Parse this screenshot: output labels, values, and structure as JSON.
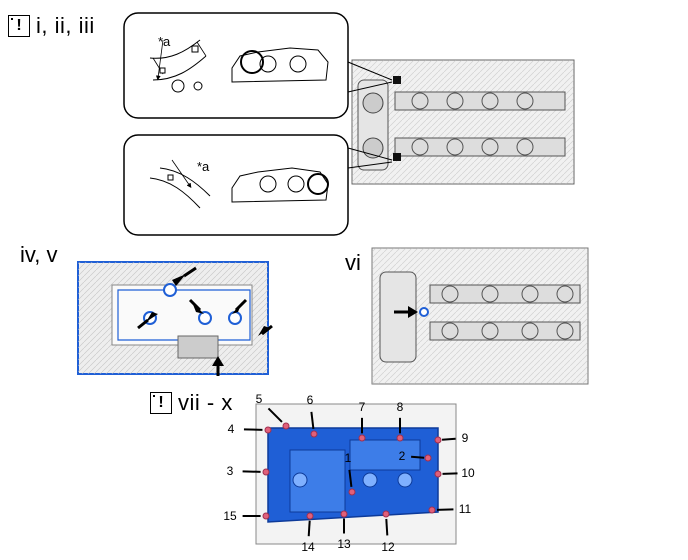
{
  "steps": {
    "s1": {
      "label": "i, ii, iii",
      "icon": "!"
    },
    "s2": {
      "label": "iv, v"
    },
    "s3": {
      "label": "vi"
    },
    "s4": {
      "label": "vii - x",
      "icon": "!"
    }
  },
  "callouts": {
    "a_top": "*a",
    "a_bottom": "*a"
  },
  "bolt_order": [
    {
      "n": "1",
      "pos": "center-left"
    },
    {
      "n": "2",
      "pos": "center-right"
    },
    {
      "n": "3",
      "pos": "left"
    },
    {
      "n": "4",
      "pos": "upper-left"
    },
    {
      "n": "5",
      "pos": "top-left-corner"
    },
    {
      "n": "6",
      "pos": "top"
    },
    {
      "n": "7",
      "pos": "top"
    },
    {
      "n": "8",
      "pos": "top"
    },
    {
      "n": "9",
      "pos": "upper-right"
    },
    {
      "n": "10",
      "pos": "right"
    },
    {
      "n": "11",
      "pos": "lower-right"
    },
    {
      "n": "12",
      "pos": "bottom"
    },
    {
      "n": "13",
      "pos": "bottom"
    },
    {
      "n": "14",
      "pos": "bottom"
    },
    {
      "n": "15",
      "pos": "lower-left"
    }
  ],
  "colors": {
    "gasket_blue": "#1f5fd6",
    "bolt_red": "#e0607a",
    "outline": "#000000"
  }
}
